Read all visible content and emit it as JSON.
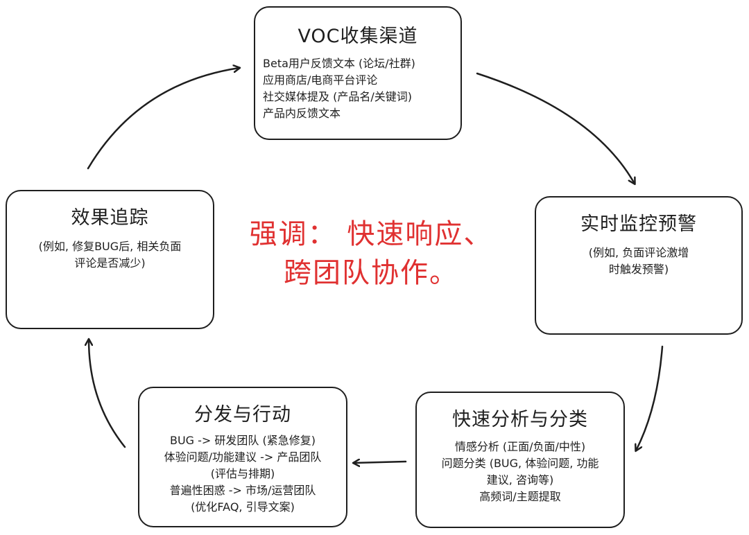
{
  "nodes": {
    "voc": {
      "title": "VOC收集渠道",
      "lines": [
        "Beta用户反馈文本 (论坛/社群)",
        "应用商店/电商平台评论",
        "社交媒体提及 (产品名/关键词)",
        "产品内反馈文本"
      ]
    },
    "monitor": {
      "title": "实时监控预警",
      "lines": [
        "(例如, 负面评论激增",
        "时触发预警)"
      ]
    },
    "analysis": {
      "title": "快速分析与分类",
      "lines": [
        "情感分析 (正面/负面/中性)",
        "问题分类 (BUG, 体验问题, 功能",
        "建议, 咨询等)",
        "高频词/主题提取"
      ]
    },
    "dispatch": {
      "title": "分发与行动",
      "lines": [
        "BUG -> 研发团队 (紧急修复)",
        "体验问题/功能建议 -> 产品团队",
        "(评估与排期)",
        "普遍性困惑 -> 市场/运营团队",
        "(优化FAQ, 引导文案)"
      ]
    },
    "tracking": {
      "title": "效果追踪",
      "lines": [
        "(例如, 修复BUG后, 相关负面",
        "评论是否减少)"
      ]
    }
  },
  "emphasis": {
    "line1": "强调： 快速响应、",
    "line2": "跨团队协作。",
    "color": "#e03131"
  },
  "stroke_color": "#1e1e1e"
}
